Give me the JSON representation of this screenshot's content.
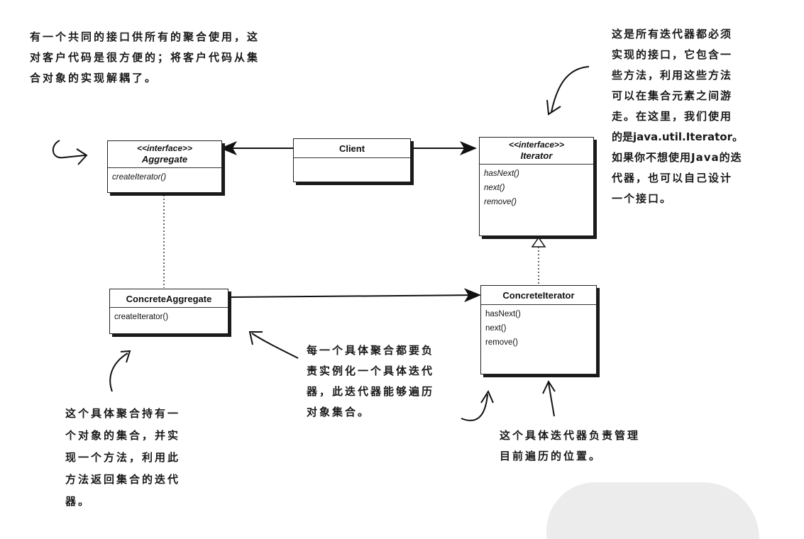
{
  "diagram": {
    "type": "UML class diagram",
    "pattern": "Iterator",
    "classes": {
      "aggregate": {
        "stereotype": "<<interface>>",
        "name": "Aggregate",
        "operations": [
          "createIterator()"
        ]
      },
      "client": {
        "name": "Client",
        "operations": []
      },
      "iterator": {
        "stereotype": "<<interface>>",
        "name": "Iterator",
        "operations": [
          "hasNext()",
          "next()",
          "remove()"
        ]
      },
      "concrete_aggregate": {
        "name": "ConcreteAggregate",
        "operations": [
          "createIterator()"
        ]
      },
      "concrete_iterator": {
        "name": "ConcreteIterator",
        "operations": [
          "hasNext()",
          "next()",
          "remove()"
        ]
      }
    },
    "relations": [
      {
        "from": "Client",
        "to": "Aggregate",
        "kind": "association"
      },
      {
        "from": "Client",
        "to": "Iterator",
        "kind": "association"
      },
      {
        "from": "ConcreteAggregate",
        "to": "Aggregate",
        "kind": "realization"
      },
      {
        "from": "ConcreteIterator",
        "to": "Iterator",
        "kind": "realization"
      },
      {
        "from": "ConcreteAggregate",
        "to": "ConcreteIterator",
        "kind": "association"
      }
    ]
  },
  "notes": {
    "top_left": [
      "有一个共同的接口供所有的聚合使用，这",
      "对客户代码是很方便的；将客户代码从集",
      "合对象的实现解耦了。"
    ],
    "top_right": [
      "这是所有迭代器都必须",
      "实现的接口，它包含一",
      "些方法，利用这些方法",
      "可以在集合元素之间游",
      "走。在这里，我们使用",
      "的是java.util.Iterator。",
      "如果你不想使用Java的迭",
      "代器，也可以自己设计",
      "一个接口。"
    ],
    "middle": [
      "每一个具体聚合都要负",
      "责实例化一个具体迭代",
      "器，此迭代器能够遍历",
      "对象集合。"
    ],
    "bottom_left": [
      "这个具体聚合持有一",
      "个对象的集合，并实",
      "现一个方法，利用此",
      "方法返回集合的迭代",
      "器。"
    ],
    "bottom_right": [
      "这个具体迭代器负责管理",
      "目前遍历的位置。"
    ]
  }
}
